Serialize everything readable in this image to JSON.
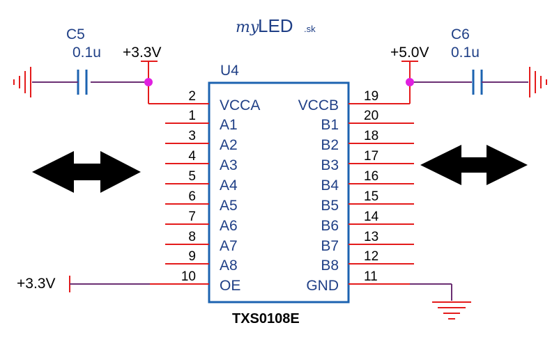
{
  "logo": {
    "script": "my",
    "caps": "LED",
    "suffix": ".sk"
  },
  "chip": {
    "designator": "U4",
    "part_number": "TXS0108E"
  },
  "left_cap": {
    "designator": "C5",
    "value": "0.1u"
  },
  "right_cap": {
    "designator": "C6",
    "value": "0.1u"
  },
  "rails": {
    "vcca_supply": "+3.3V",
    "vccb_supply": "+5.0V",
    "oe_supply": "+3.3V"
  },
  "left_pins": [
    {
      "num": "2",
      "name": "VCCA"
    },
    {
      "num": "1",
      "name": "A1"
    },
    {
      "num": "3",
      "name": "A2"
    },
    {
      "num": "4",
      "name": "A3"
    },
    {
      "num": "5",
      "name": "A4"
    },
    {
      "num": "6",
      "name": "A5"
    },
    {
      "num": "7",
      "name": "A6"
    },
    {
      "num": "8",
      "name": "A7"
    },
    {
      "num": "9",
      "name": "A8"
    },
    {
      "num": "10",
      "name": "OE"
    }
  ],
  "right_pins": [
    {
      "num": "19",
      "name": "VCCB"
    },
    {
      "num": "20",
      "name": "B1"
    },
    {
      "num": "18",
      "name": "B2"
    },
    {
      "num": "17",
      "name": "B3"
    },
    {
      "num": "16",
      "name": "B4"
    },
    {
      "num": "15",
      "name": "B5"
    },
    {
      "num": "14",
      "name": "B6"
    },
    {
      "num": "13",
      "name": "B7"
    },
    {
      "num": "12",
      "name": "B8"
    },
    {
      "num": "11",
      "name": "GND"
    }
  ],
  "colors": {
    "wire_red": "#e41b1b",
    "wire_purple": "#6b2f73",
    "junction": "#e020e0",
    "chip_border": "#1c63b0",
    "label_blue": "#1f3f86",
    "arrow": "#000000"
  },
  "icons": [
    "bidirectional-arrow-icon",
    "ground-icon",
    "capacitor-icon",
    "junction-dot-icon"
  ]
}
